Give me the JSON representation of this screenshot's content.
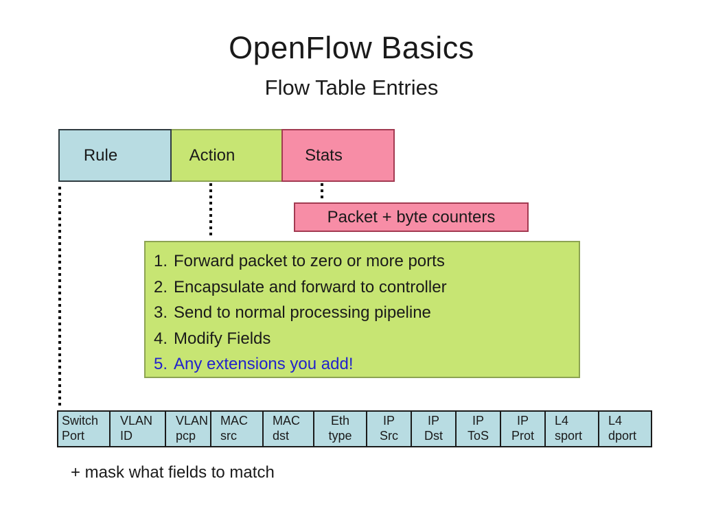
{
  "slide": {
    "title": "OpenFlow Basics",
    "subtitle": "Flow Table Entries",
    "footnote": "+ mask what fields to match"
  },
  "flow_entry": {
    "segments": [
      {
        "label": "Rule",
        "fill": "#b8dce2",
        "border": "#2f3b40"
      },
      {
        "label": "Action",
        "fill": "#c7e573",
        "border": "#8ca352"
      },
      {
        "label": "Stats",
        "fill": "#f78da6",
        "border": "#a23a51"
      }
    ]
  },
  "stats_detail": {
    "label": "Packet + byte counters",
    "fill": "#f78da6",
    "border": "#a23a51"
  },
  "action_list": {
    "fill": "#c7e573",
    "border": "#8ca352",
    "highlight_color": "#2222cc",
    "items": [
      {
        "num": "1.",
        "text": "Forward packet to zero or more ports"
      },
      {
        "num": "2.",
        "text": "Encapsulate and forward to controller"
      },
      {
        "num": "3.",
        "text": "Send to normal processing pipeline"
      },
      {
        "num": "4.",
        "text": "Modify Fields"
      },
      {
        "num": "5.",
        "text": "Any extensions you add!"
      }
    ]
  },
  "header_fields": {
    "fill": "#b8dce2",
    "cells": [
      {
        "line1": "Switch",
        "line2": "Port"
      },
      {
        "line1": "VLAN",
        "line2": "ID"
      },
      {
        "line1": "VLAN",
        "line2": "pcp"
      },
      {
        "line1": "MAC",
        "line2": "src"
      },
      {
        "line1": "MAC",
        "line2": "dst"
      },
      {
        "line1": "Eth",
        "line2": "type"
      },
      {
        "line1": "IP",
        "line2": "Src"
      },
      {
        "line1": "IP",
        "line2": "Dst"
      },
      {
        "line1": "IP",
        "line2": "ToS"
      },
      {
        "line1": "IP",
        "line2": "Prot"
      },
      {
        "line1": "L4",
        "line2": "sport"
      },
      {
        "line1": "L4",
        "line2": "dport"
      }
    ]
  }
}
